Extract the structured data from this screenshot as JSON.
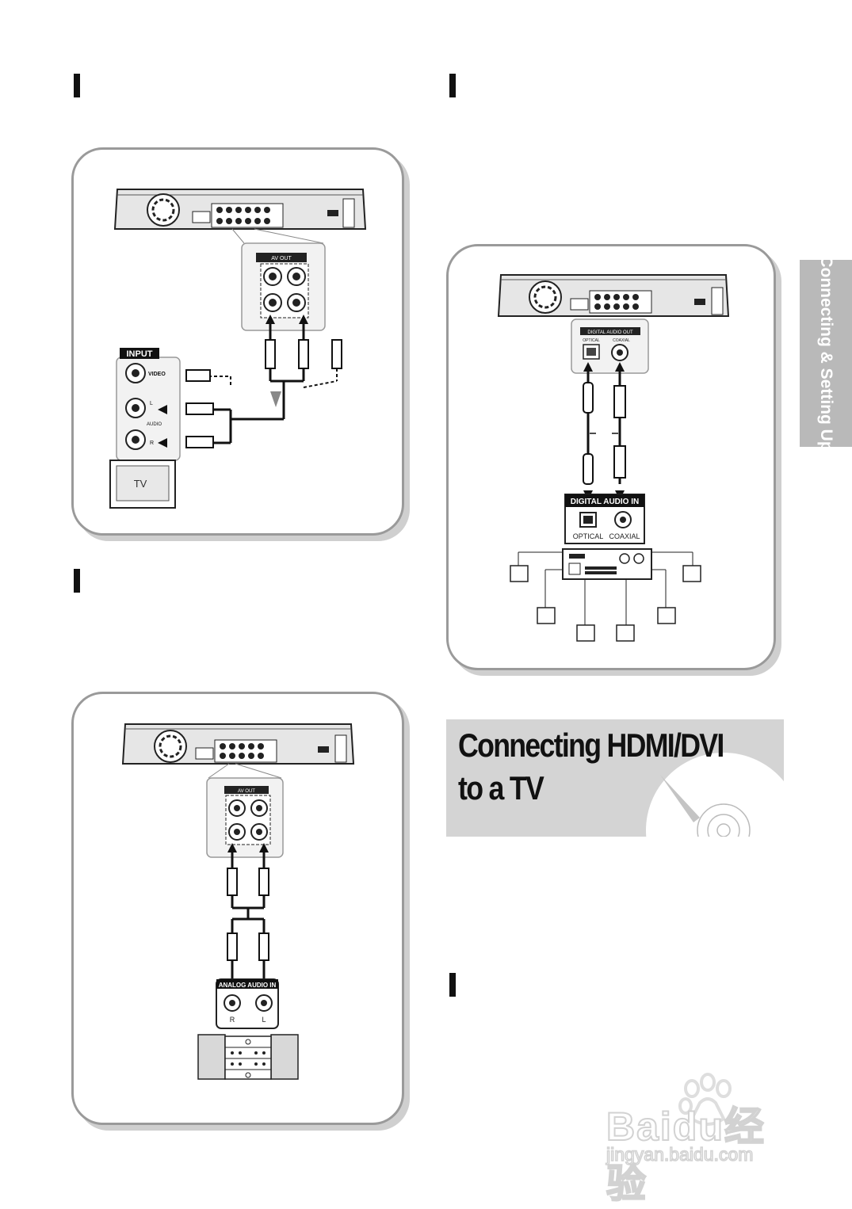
{
  "side_tab": {
    "label": "Connecting & Setting Up"
  },
  "hdmi_section": {
    "title": "Connecting HDMI/DVI to a TV"
  },
  "diagram_tv": {
    "input_header": "INPUT",
    "video_label": "VIDEO",
    "l_label": "L",
    "audio_label": "AUDIO",
    "r_label": "R",
    "tv_label": "TV",
    "av_out_label": "AV OUT"
  },
  "diagram_digital": {
    "digital_audio_out_label": "DIGITAL AUDIO OUT",
    "optical_out_label": "OPTICAL",
    "coaxial_out_label": "COAXIAL",
    "digital_audio_in_label": "DIGITAL AUDIO IN",
    "optical_in_label": "OPTICAL",
    "coaxial_in_label": "COAXIAL"
  },
  "diagram_analog": {
    "av_out_label": "AV OUT",
    "analog_audio_in_label": "ANALOG   AUDIO IN",
    "r_label": "R",
    "l_label": "L"
  },
  "watermark": {
    "brand": "Baidu经验",
    "url": "jingyan.baidu.com"
  }
}
